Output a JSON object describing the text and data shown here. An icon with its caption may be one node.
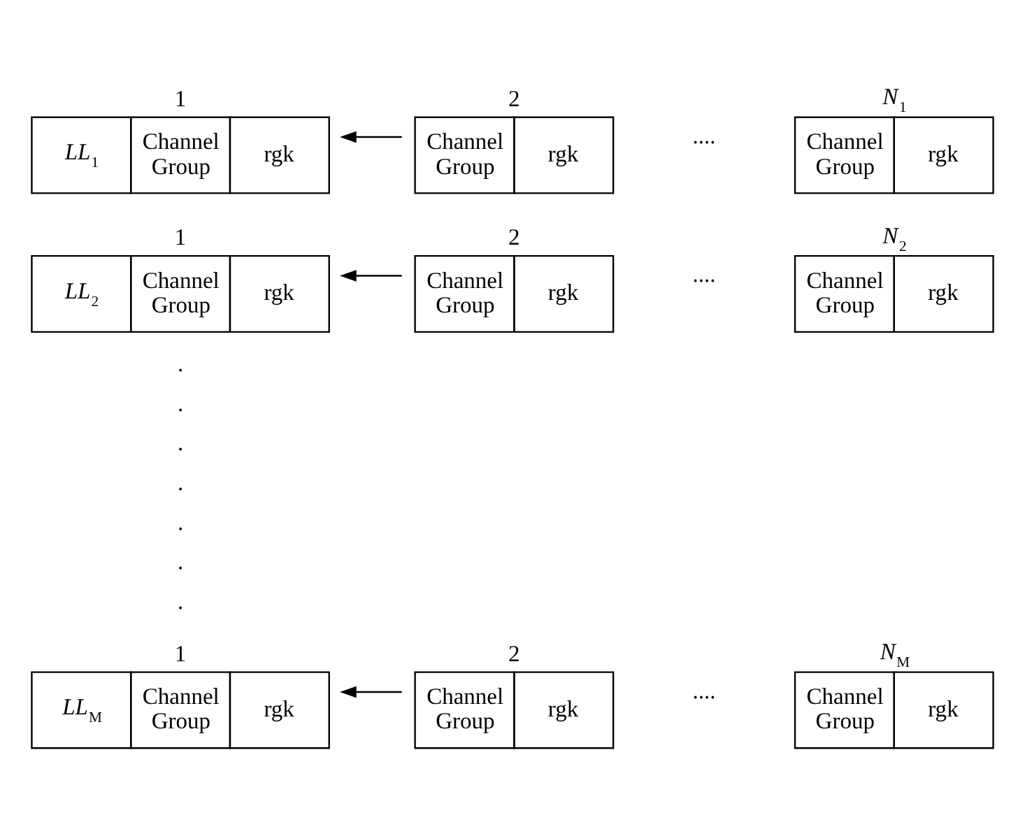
{
  "diagram": {
    "nodes": [
      {
        "text": [
          "*LL*$_{1}$",
          "Channel Group",
          "rgk"
        ],
        "beside": [
          "1"
        ]
      },
      {
        "text": [
          "Channel Group",
          "rgk"
        ],
        "beside": [
          "2"
        ]
      },
      {
        "text": [
          "Channel Group",
          "rgk"
        ],
        "beside": [
          "*N*$_{1}$"
        ]
      },
      {
        "text": [
          "*LL*$_{2}$",
          "Channel Group",
          "rgk"
        ],
        "beside": [
          "1"
        ]
      },
      {
        "text": [
          "Channel Group",
          "rgk"
        ],
        "beside": [
          "2"
        ]
      },
      {
        "text": [
          "Channel Group",
          "rgk"
        ],
        "beside": [
          "*N*$_{2}$"
        ]
      },
      {
        "text": [
          "*LL*$_{M}$",
          "Channel Group",
          "rgk"
        ],
        "beside": [
          "1"
        ]
      },
      {
        "text": [
          "Channel Group",
          "rgk"
        ],
        "beside": [
          "2"
        ]
      },
      {
        "text": [
          "Channel Group",
          "rgk"
        ],
        "beside": [
          "*N*$_{M}$"
        ]
      }
    ],
    "edges": [
      {
        "from": 1,
        "to": 0,
        "arrow": "to"
      },
      {
        "from": 4,
        "to": 3,
        "arrow": "to"
      },
      {
        "from": 7,
        "to": 6,
        "arrow": "to"
      }
    ],
    "labels": [
      "....",
      "....",
      ".",
      ".",
      ".",
      ".",
      ".",
      ".",
      ".",
      "...."
    ]
  }
}
